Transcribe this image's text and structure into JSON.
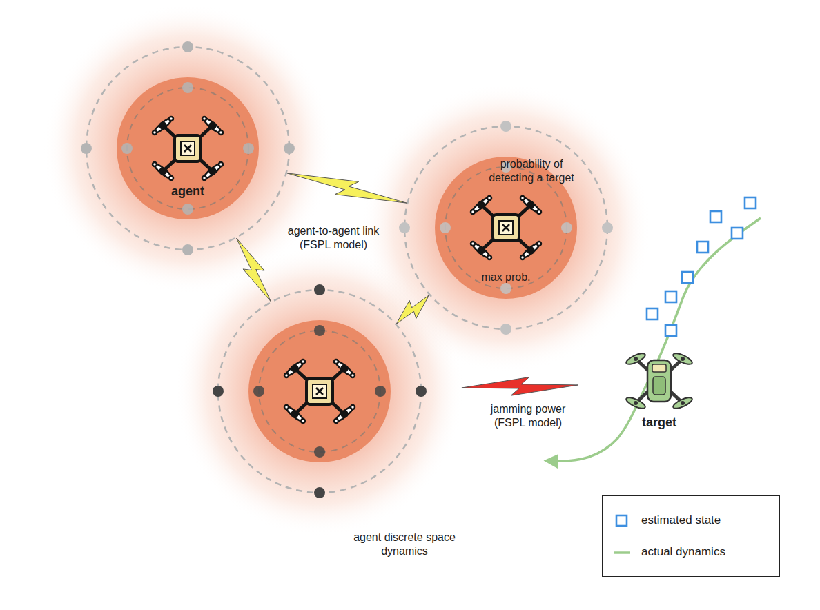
{
  "diagram": {
    "nodes": [
      {
        "text": [
          "agent"
        ]
      },
      {
        "text": [
          "probability of detecting a target",
          "max prob."
        ]
      },
      {
        "text": [
          "agent discrete space dynamics"
        ]
      },
      {
        "text": [
          "target"
        ]
      }
    ],
    "edges": [
      {
        "from": 0,
        "to": 1,
        "arrow": "none",
        "label": "agent-to-agent link (FSPL model)"
      },
      {
        "from": 0,
        "to": 2,
        "arrow": "none"
      },
      {
        "from": 1,
        "to": 2,
        "arrow": "none"
      },
      {
        "from": 3,
        "to": 2,
        "arrow": "none",
        "label": "jamming power (FSPL model)"
      }
    ],
    "legend": [
      {
        "text": "estimated state"
      },
      {
        "text": "actual dynamics"
      }
    ]
  }
}
